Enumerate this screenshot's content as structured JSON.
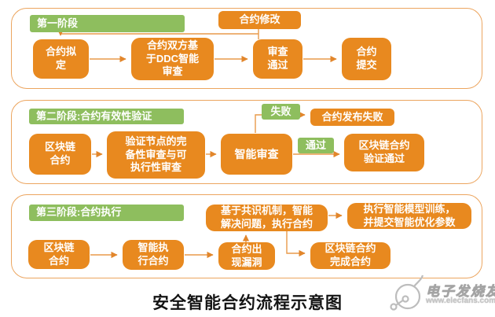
{
  "title": "安全智能合约流程示意图",
  "watermark": {
    "brand": "电子发烧友",
    "url": "www.elecfans.com"
  },
  "colors": {
    "box_orange": "#E8891F",
    "tag_green": "#8EBE5E",
    "container_border": "#ECA55F",
    "arrow": "#E2862B"
  },
  "stage1": {
    "label": "第一阶段",
    "modify": "合约修改",
    "draft": "合约拟\n定",
    "ddc_review": "合约双方基\n于DDC智能\n审查",
    "review_pass": "审查\n通过",
    "submit": "合约\n提交"
  },
  "stage2": {
    "label": "第二阶段:合约有效性验证",
    "blockchain_contract": "区块链\n合约",
    "node_verification": "验证节点的完\n备性审查与可\n执行性审查",
    "smart_review": "智能审查",
    "fail": "失败",
    "publish_fail": "合约发布失败",
    "pass": "通过",
    "verify_pass": "区块链合约\n验证通过"
  },
  "stage3": {
    "label": "第三阶段:合约执行",
    "blockchain_contract": "区块链\n合约",
    "smart_execute": "智能执\n行合约",
    "vulnerability": "合约出\n现漏洞",
    "consensus_resolve": "基于共识机制，智能\n解决问题，执行合约",
    "model_training": "执行智能模型训练，\n并提交智能优化参数",
    "contract_complete": "区块链合约\n完成合约"
  }
}
